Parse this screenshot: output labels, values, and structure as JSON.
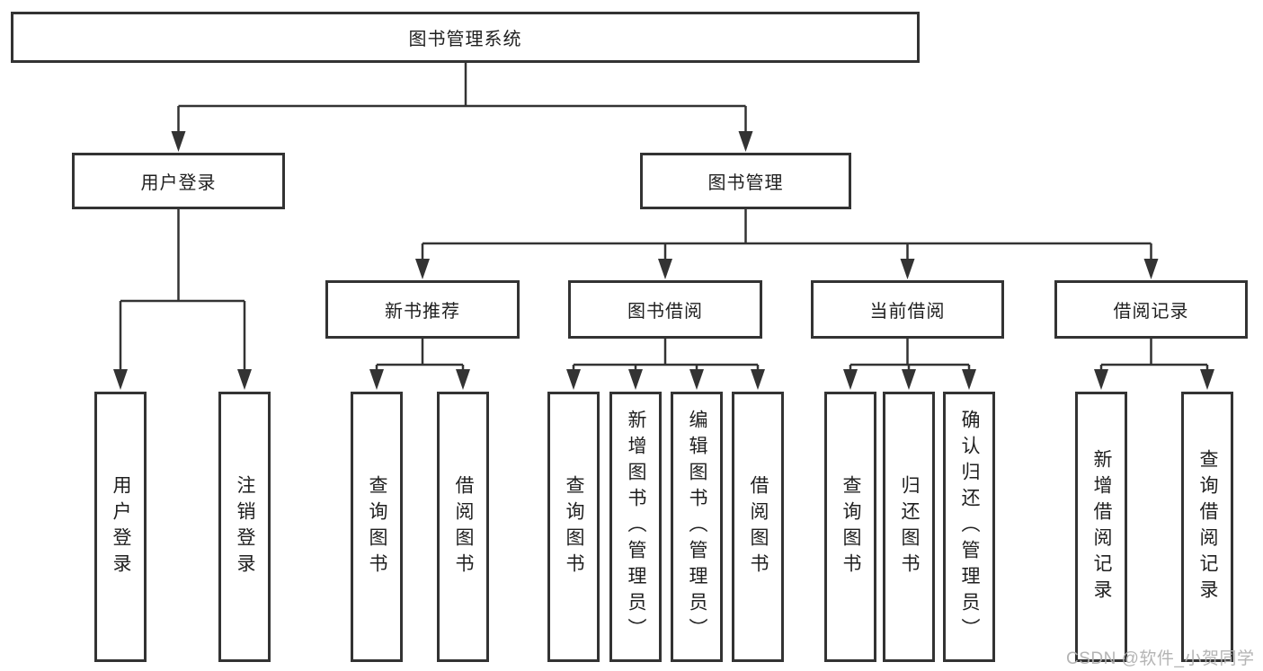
{
  "diagram": {
    "tree": {
      "root": {
        "label": "图书管理系统"
      },
      "user_login": {
        "label": "用户登录",
        "children": {
          "login": {
            "label": "用户登录"
          },
          "logout": {
            "label": "注销登录"
          }
        }
      },
      "book_mgmt": {
        "label": "图书管理",
        "children": {
          "new_book_rec": {
            "label": "新书推荐",
            "children": {
              "query_book": {
                "label": "查询图书"
              },
              "borrow_book": {
                "label": "借阅图书"
              }
            }
          },
          "book_borrow": {
            "label": "图书借阅",
            "children": {
              "query_book": {
                "label": "查询图书"
              },
              "add_book": {
                "label": "新增图书（管理员）"
              },
              "edit_book": {
                "label": "编辑图书（管理员）"
              },
              "borrow_book": {
                "label": "借阅图书"
              }
            }
          },
          "current_borrow": {
            "label": "当前借阅",
            "children": {
              "query_book": {
                "label": "查询图书"
              },
              "return_book": {
                "label": "归还图书"
              },
              "confirm_return": {
                "label": "确认归还（管理员）"
              }
            }
          },
          "borrow_records": {
            "label": "借阅记录",
            "children": {
              "add_record": {
                "label": "新增借阅记录"
              },
              "query_record": {
                "label": "查询借阅记录"
              }
            }
          }
        }
      }
    },
    "watermark": "CSDN @软件_小贺同学",
    "colors": {
      "line": "#333333",
      "text": "#1f1f1f",
      "box_background": "#ffffff",
      "watermark": "#b0b0b0"
    }
  }
}
